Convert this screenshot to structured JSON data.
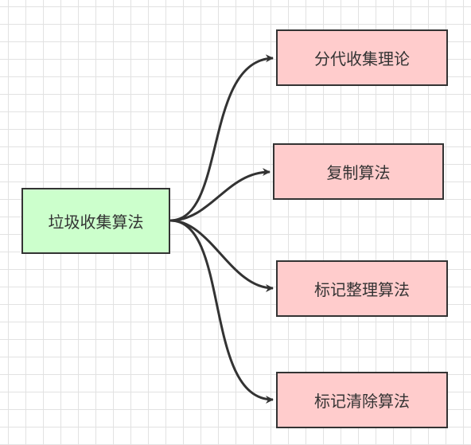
{
  "diagram": {
    "type": "mind-map",
    "colors": {
      "root_fill": "#ccffcc",
      "child_fill": "#ffcccc",
      "border": "#333333",
      "edge": "#333333",
      "grid": "#e2e2e2"
    },
    "root": {
      "label": "垃圾收集算法"
    },
    "children": [
      {
        "label": "分代收集理论"
      },
      {
        "label": "复制算法"
      },
      {
        "label": "标记整理算法"
      },
      {
        "label": "标记清除算法"
      }
    ]
  }
}
